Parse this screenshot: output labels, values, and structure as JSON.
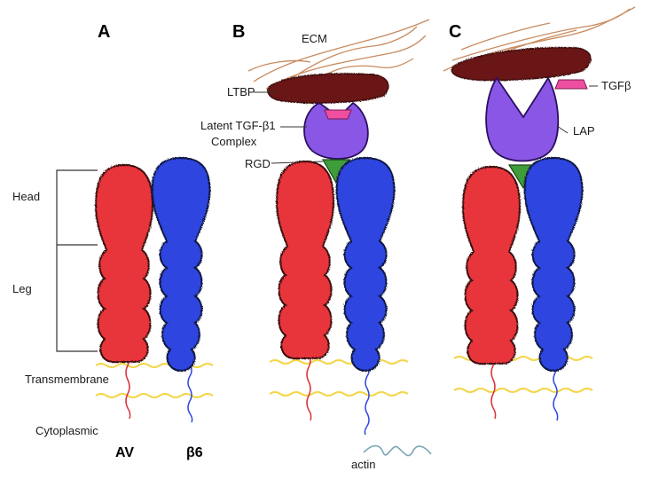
{
  "panels": {
    "a": "A",
    "b": "B",
    "c": "C"
  },
  "labels": {
    "head": "Head",
    "leg": "Leg",
    "transmembrane": "Transmembrane",
    "cytoplasmic": "Cytoplasmic",
    "av": "AV",
    "b6": "β6",
    "ecm": "ECM",
    "ltbp": "LTBP",
    "latent_line1": "Latent TGF-β1",
    "latent_line2": "Complex",
    "rgd": "RGD",
    "actin": "actin",
    "tgfb": "TGFβ",
    "lap": "LAP"
  },
  "colors": {
    "av_subunit": "#e8343a",
    "b6_subunit": "#2d45e0",
    "lap": "#8a56e6",
    "tgfb": "#ee4fa0",
    "rgd": "#3f9c3a",
    "ltbp": "#6b1414",
    "ecm_fiber": "#c98b5f",
    "membrane": "#f2d64a",
    "actin": "#7aa6b4"
  }
}
